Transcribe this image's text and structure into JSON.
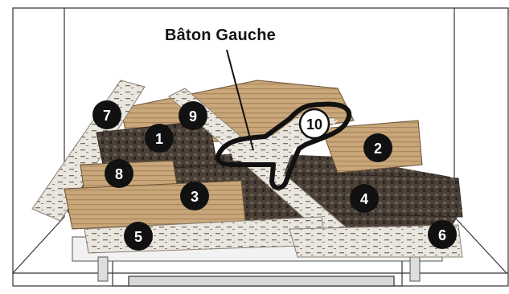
{
  "callout": {
    "label": "Bâton Gauche"
  },
  "badges": [
    {
      "number": "1",
      "style": "filled"
    },
    {
      "number": "2",
      "style": "filled"
    },
    {
      "number": "3",
      "style": "filled"
    },
    {
      "number": "4",
      "style": "filled"
    },
    {
      "number": "5",
      "style": "filled"
    },
    {
      "number": "6",
      "style": "filled"
    },
    {
      "number": "7",
      "style": "filled"
    },
    {
      "number": "8",
      "style": "filled"
    },
    {
      "number": "9",
      "style": "filled"
    },
    {
      "number": "10",
      "style": "outlined"
    }
  ],
  "colors": {
    "badge_fill": "#111111",
    "badge_text": "#ffffff",
    "outline": "#111111",
    "birch": "#e8e4dc",
    "bark_dark": "#3a332c",
    "wood_tan": "#c9a77a",
    "firebox_line": "#333333"
  }
}
